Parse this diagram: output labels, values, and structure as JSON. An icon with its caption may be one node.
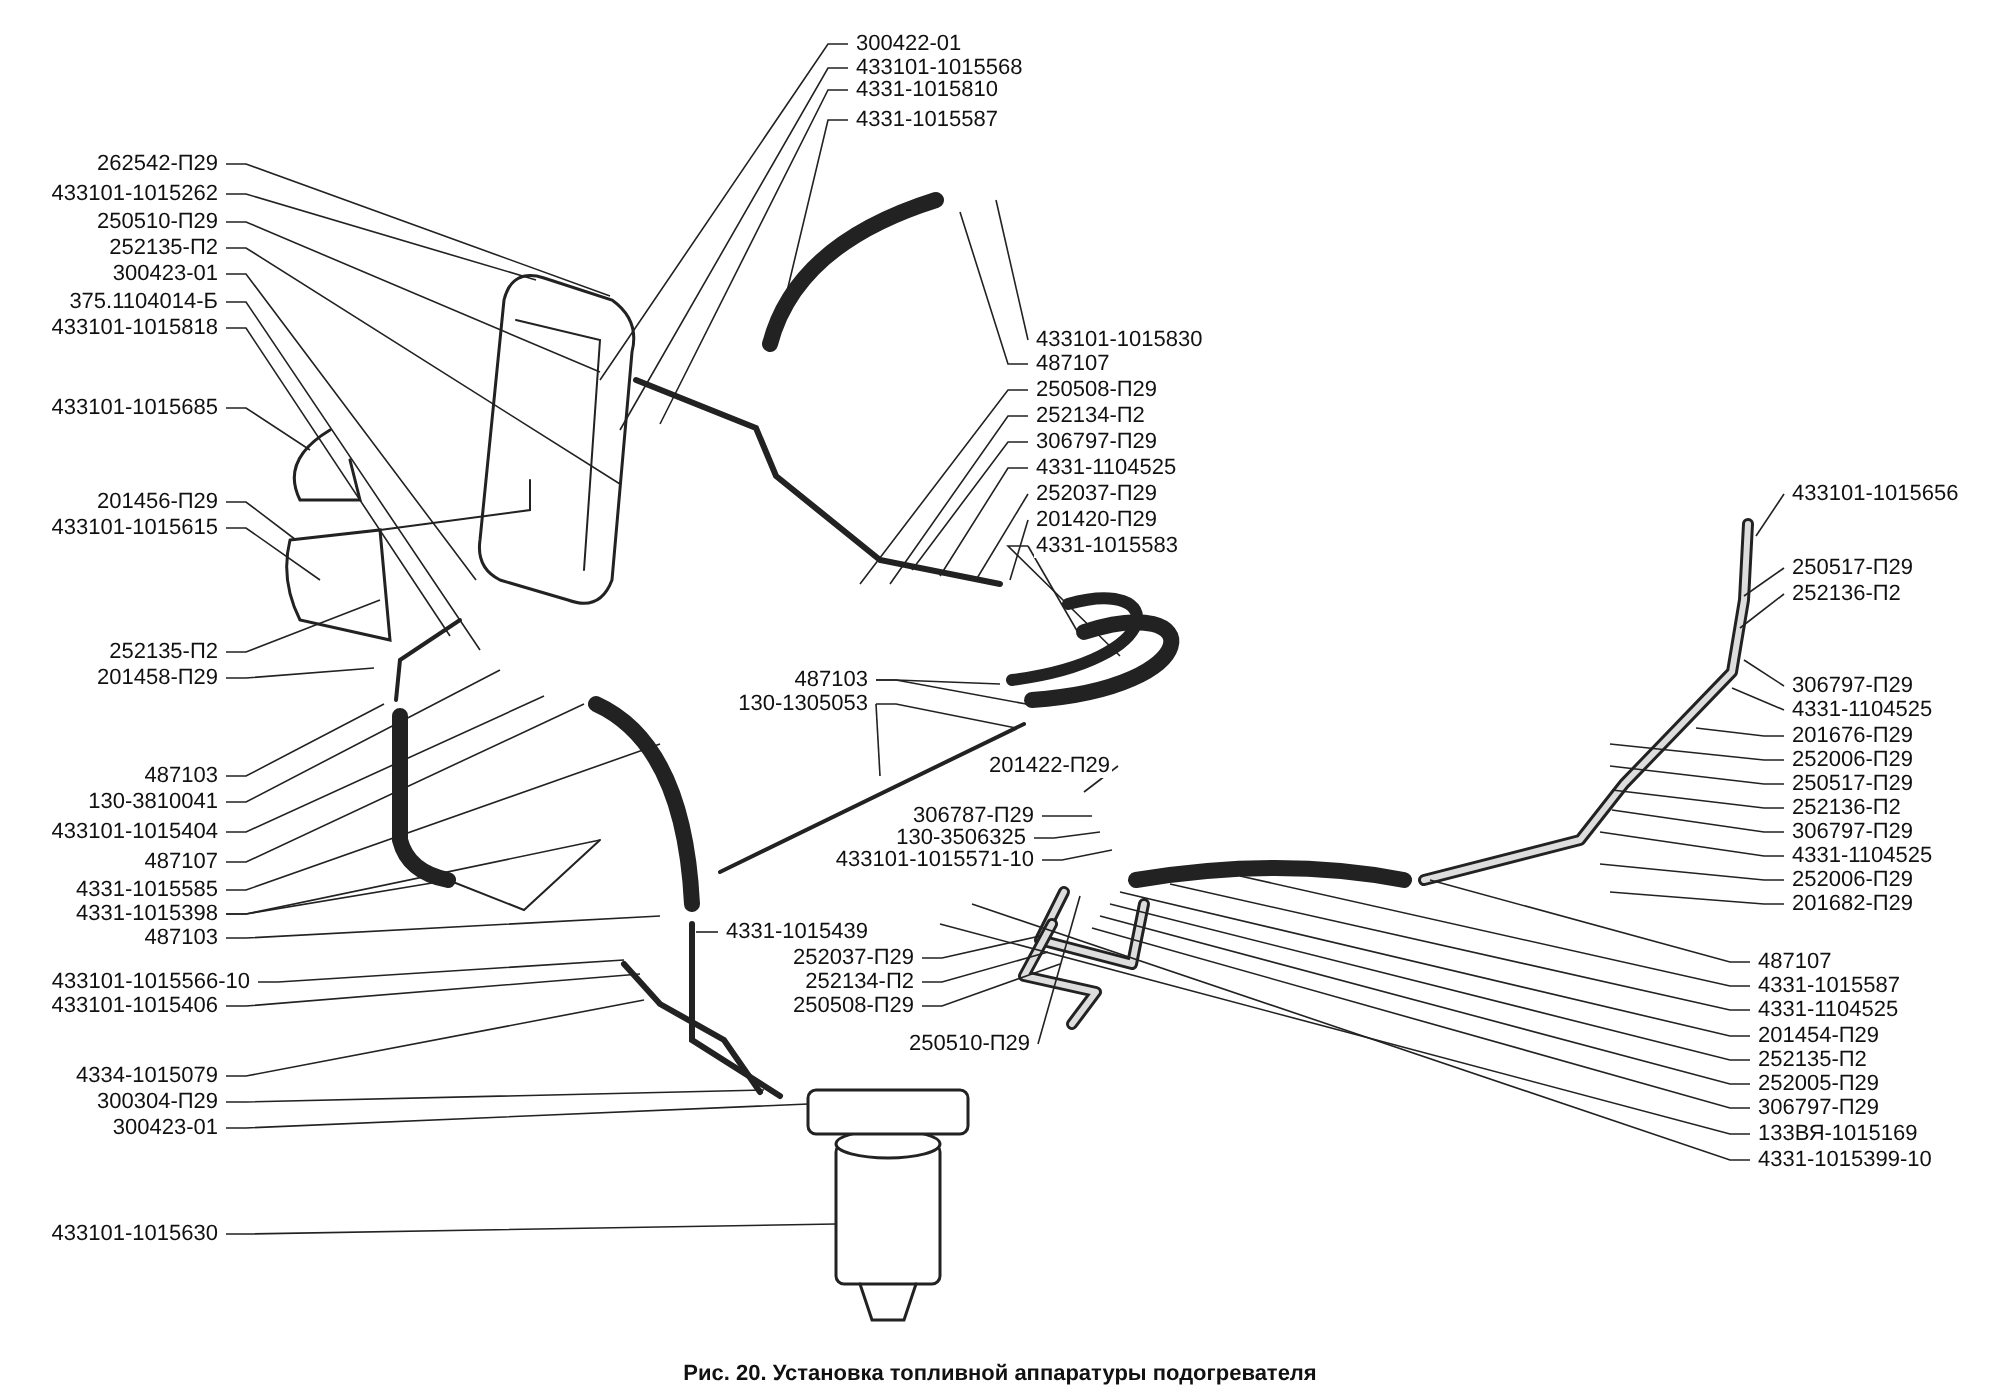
{
  "diagram": {
    "caption": "Рис. 20. Установка топливной аппаратуры подогревателя",
    "nodes": [
      {
        "text": [
          "262542-П29"
        ]
      },
      {
        "text": [
          "433101-1015262"
        ]
      },
      {
        "text": [
          "250510-П29"
        ]
      },
      {
        "text": [
          "252135-П2"
        ]
      },
      {
        "text": [
          "300423-01"
        ]
      },
      {
        "text": [
          "375.1104014-Б"
        ]
      },
      {
        "text": [
          "433101-1015818"
        ]
      },
      {
        "text": [
          "433101-1015685"
        ]
      },
      {
        "text": [
          "201456-П29"
        ]
      },
      {
        "text": [
          "433101-1015615"
        ]
      },
      {
        "text": [
          "252135-П2"
        ]
      },
      {
        "text": [
          "201458-П29"
        ]
      },
      {
        "text": [
          "487103"
        ]
      },
      {
        "text": [
          "130-3810041"
        ]
      },
      {
        "text": [
          "433101-1015404"
        ]
      },
      {
        "text": [
          "487107"
        ]
      },
      {
        "text": [
          "4331-1015585"
        ]
      },
      {
        "text": [
          "4331-1015398"
        ]
      },
      {
        "text": [
          "487103"
        ]
      },
      {
        "text": [
          "433101-1015566-10"
        ]
      },
      {
        "text": [
          "433101-1015406"
        ]
      },
      {
        "text": [
          "4334-1015079"
        ]
      },
      {
        "text": [
          "300304-П29"
        ]
      },
      {
        "text": [
          "300423-01"
        ]
      },
      {
        "text": [
          "433101-1015630"
        ]
      },
      {
        "text": [
          "300422-01"
        ]
      },
      {
        "text": [
          "433101-1015568"
        ]
      },
      {
        "text": [
          "4331-1015810"
        ]
      },
      {
        "text": [
          "4331-1015587"
        ]
      },
      {
        "text": [
          "433101-1015830"
        ]
      },
      {
        "text": [
          "487107"
        ]
      },
      {
        "text": [
          "250508-П29"
        ]
      },
      {
        "text": [
          "252134-П2"
        ]
      },
      {
        "text": [
          "306797-П29"
        ]
      },
      {
        "text": [
          "4331-1104525"
        ]
      },
      {
        "text": [
          "252037-П29"
        ]
      },
      {
        "text": [
          "201420-П29"
        ]
      },
      {
        "text": [
          "4331-1015583"
        ]
      },
      {
        "text": [
          "487103"
        ]
      },
      {
        "text": [
          "130-1305053"
        ]
      },
      {
        "text": [
          "201422-П29"
        ]
      },
      {
        "text": [
          "306787-П29"
        ]
      },
      {
        "text": [
          "130-3506325"
        ]
      },
      {
        "text": [
          "433101-1015571-10"
        ]
      },
      {
        "text": [
          "4331-1015439"
        ]
      },
      {
        "text": [
          "252037-П29"
        ]
      },
      {
        "text": [
          "252134-П2"
        ]
      },
      {
        "text": [
          "250508-П29"
        ]
      },
      {
        "text": [
          "250510-П29"
        ]
      },
      {
        "text": [
          "433101-1015656"
        ]
      },
      {
        "text": [
          "250517-П29"
        ]
      },
      {
        "text": [
          "252136-П2"
        ]
      },
      {
        "text": [
          "306797-П29"
        ]
      },
      {
        "text": [
          "4331-1104525"
        ]
      },
      {
        "text": [
          "201676-П29"
        ]
      },
      {
        "text": [
          "252006-П29"
        ]
      },
      {
        "text": [
          "250517-П29"
        ]
      },
      {
        "text": [
          "252136-П2"
        ]
      },
      {
        "text": [
          "306797-П29"
        ]
      },
      {
        "text": [
          "4331-1104525"
        ]
      },
      {
        "text": [
          "252006-П29"
        ]
      },
      {
        "text": [
          "201682-П29"
        ]
      },
      {
        "text": [
          "487107"
        ]
      },
      {
        "text": [
          "4331-1015587"
        ]
      },
      {
        "text": [
          "4331-1104525"
        ]
      },
      {
        "text": [
          "201454-П29"
        ]
      },
      {
        "text": [
          "252135-П2"
        ]
      },
      {
        "text": [
          "252005-П29"
        ]
      },
      {
        "text": [
          "306797-П29"
        ]
      },
      {
        "text": [
          "133ВЯ-1015169"
        ]
      },
      {
        "text": [
          "4331-1015399-10"
        ]
      }
    ],
    "edges": [
      {
        "from": 0,
        "to": null,
        "arrow": "none"
      },
      {
        "from": 1,
        "to": null,
        "arrow": "none"
      },
      {
        "from": 2,
        "to": null,
        "arrow": "none"
      },
      {
        "from": 3,
        "to": null,
        "arrow": "none"
      },
      {
        "from": 4,
        "to": null,
        "arrow": "none"
      },
      {
        "from": 5,
        "to": null,
        "arrow": "none"
      },
      {
        "from": 6,
        "to": null,
        "arrow": "none"
      },
      {
        "from": 7,
        "to": null,
        "arrow": "none"
      },
      {
        "from": 8,
        "to": null,
        "arrow": "none"
      },
      {
        "from": 9,
        "to": null,
        "arrow": "none"
      },
      {
        "from": 10,
        "to": null,
        "arrow": "none"
      },
      {
        "from": 11,
        "to": null,
        "arrow": "none"
      },
      {
        "from": 12,
        "to": null,
        "arrow": "none"
      },
      {
        "from": 13,
        "to": null,
        "arrow": "none"
      },
      {
        "from": 14,
        "to": null,
        "arrow": "none"
      },
      {
        "from": 15,
        "to": null,
        "arrow": "none"
      },
      {
        "from": 16,
        "to": null,
        "arrow": "none"
      },
      {
        "from": 17,
        "to": null,
        "arrow": "none"
      },
      {
        "from": 17,
        "to": null,
        "arrow": "none"
      },
      {
        "from": 18,
        "to": null,
        "arrow": "none"
      },
      {
        "from": 19,
        "to": null,
        "arrow": "none"
      },
      {
        "from": 20,
        "to": null,
        "arrow": "none"
      },
      {
        "from": 21,
        "to": null,
        "arrow": "none"
      },
      {
        "from": 22,
        "to": null,
        "arrow": "none"
      },
      {
        "from": 23,
        "to": null,
        "arrow": "none"
      },
      {
        "from": 24,
        "to": null,
        "arrow": "none"
      },
      {
        "from": 25,
        "to": null,
        "arrow": "none"
      },
      {
        "from": 26,
        "to": null,
        "arrow": "none"
      },
      {
        "from": 27,
        "to": null,
        "arrow": "none"
      },
      {
        "from": 28,
        "to": null,
        "arrow": "none"
      },
      {
        "from": 29,
        "to": null,
        "arrow": "none"
      },
      {
        "from": 30,
        "to": null,
        "arrow": "none"
      },
      {
        "from": 31,
        "to": null,
        "arrow": "none"
      },
      {
        "from": 32,
        "to": null,
        "arrow": "none"
      },
      {
        "from": 33,
        "to": null,
        "arrow": "none"
      },
      {
        "from": 34,
        "to": null,
        "arrow": "none"
      },
      {
        "from": 35,
        "to": null,
        "arrow": "none"
      },
      {
        "from": 36,
        "to": null,
        "arrow": "none"
      },
      {
        "from": 37,
        "to": null,
        "arrow": "none"
      },
      {
        "from": 37,
        "to": null,
        "arrow": "none"
      },
      {
        "from": 38,
        "to": null,
        "arrow": "none"
      },
      {
        "from": 38,
        "to": null,
        "arrow": "none"
      },
      {
        "from": 39,
        "to": null,
        "arrow": "none"
      },
      {
        "from": 39,
        "to": null,
        "arrow": "none"
      },
      {
        "from": 40,
        "to": null,
        "arrow": "none"
      },
      {
        "from": 41,
        "to": null,
        "arrow": "none"
      },
      {
        "from": 42,
        "to": null,
        "arrow": "none"
      },
      {
        "from": 43,
        "to": null,
        "arrow": "none"
      },
      {
        "from": 44,
        "to": null,
        "arrow": "none"
      },
      {
        "from": 45,
        "to": null,
        "arrow": "none"
      },
      {
        "from": 46,
        "to": null,
        "arrow": "none"
      },
      {
        "from": 47,
        "to": null,
        "arrow": "none"
      },
      {
        "from": 48,
        "to": null,
        "arrow": "none"
      },
      {
        "from": 49,
        "to": null,
        "arrow": "none"
      },
      {
        "from": 50,
        "to": null,
        "arrow": "none"
      },
      {
        "from": 51,
        "to": null,
        "arrow": "none"
      },
      {
        "from": 52,
        "to": null,
        "arrow": "none"
      },
      {
        "from": 53,
        "to": null,
        "arrow": "none"
      },
      {
        "from": 54,
        "to": null,
        "arrow": "none"
      },
      {
        "from": 55,
        "to": null,
        "arrow": "none"
      },
      {
        "from": 56,
        "to": null,
        "arrow": "none"
      },
      {
        "from": 57,
        "to": null,
        "arrow": "none"
      },
      {
        "from": 58,
        "to": null,
        "arrow": "none"
      },
      {
        "from": 59,
        "to": null,
        "arrow": "none"
      },
      {
        "from": 60,
        "to": null,
        "arrow": "none"
      },
      {
        "from": 61,
        "to": null,
        "arrow": "none"
      },
      {
        "from": 62,
        "to": null,
        "arrow": "none"
      },
      {
        "from": 63,
        "to": null,
        "arrow": "none"
      },
      {
        "from": 64,
        "to": null,
        "arrow": "none"
      },
      {
        "from": 65,
        "to": null,
        "arrow": "none"
      },
      {
        "from": 66,
        "to": null,
        "arrow": "none"
      },
      {
        "from": 67,
        "to": null,
        "arrow": "none"
      },
      {
        "from": 68,
        "to": null,
        "arrow": "none"
      },
      {
        "from": 69,
        "to": null,
        "arrow": "none"
      },
      {
        "from": 70,
        "to": null,
        "arrow": "none"
      }
    ]
  }
}
